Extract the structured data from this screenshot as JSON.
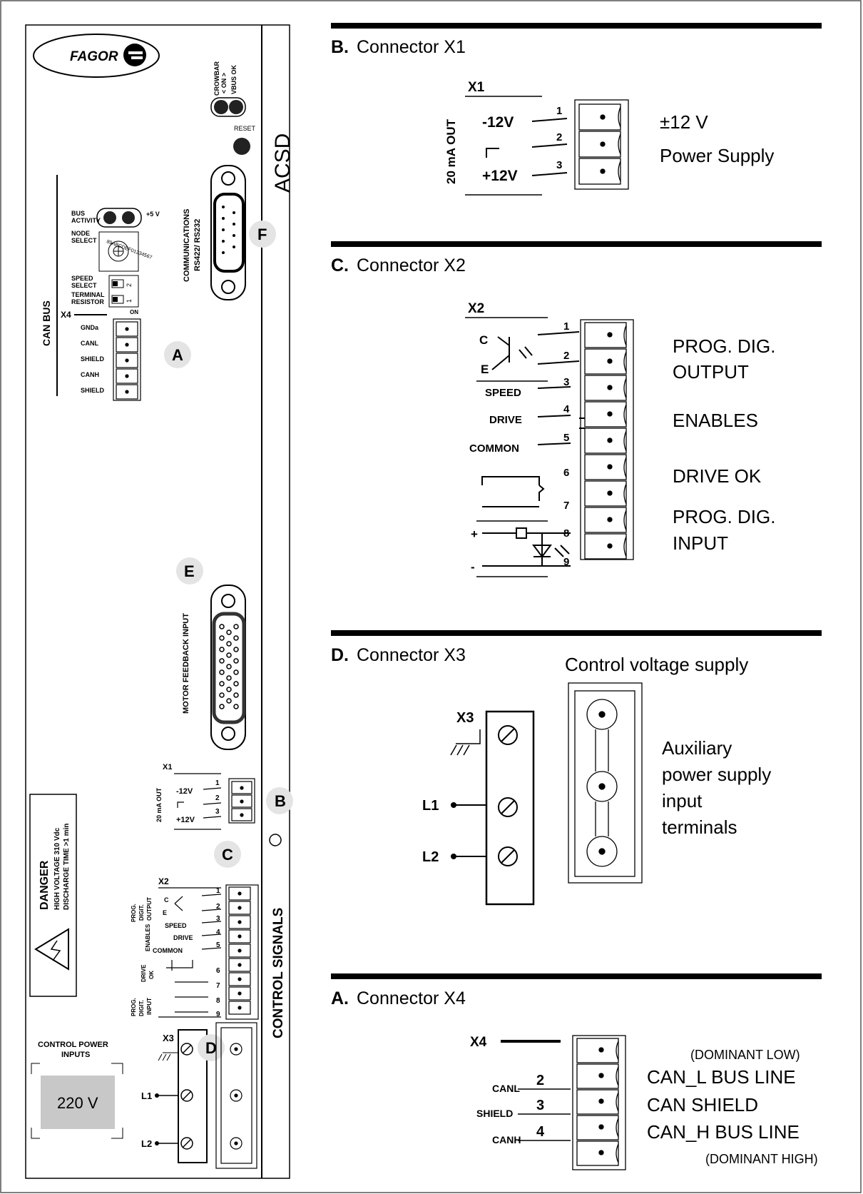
{
  "panel": {
    "brand": "FAGOR",
    "model": "ACSD",
    "crowbar": "CROWBAR",
    "crowbar_on": "< ON >",
    "vbus_ok": "VBUS OK",
    "reset": "RESET",
    "comms1": "COMMUNICATIONS",
    "comms2": "RS422/ RS232",
    "bus_activity1": "BUS",
    "bus_activity2": "ACTIVITY",
    "plus5v": "+5 V",
    "node_select1": "NODE",
    "node_select2": "SELECT",
    "hex_digits": "89ABCDEF01234567",
    "speed_select1": "SPEED",
    "speed_select2": "SELECT",
    "terminal1": "TERMINAL",
    "terminal2": "RESISTOR",
    "dip_2": "2",
    "dip_1": "1",
    "dip_on": "ON",
    "canbus": "CAN BUS",
    "x4": "X4",
    "x4_pins": [
      "GNDa",
      "CANL",
      "SHIELD",
      "CANH",
      "SHIELD"
    ],
    "motor_feedback": "MOTOR FEEDBACK INPUT",
    "control_signals": "CONTROL SIGNALS",
    "danger": "DANGER",
    "danger_line1": "HIGH VOLTAGE 310 Vdc",
    "danger_line2": "DISCHARGE TIME >1 min",
    "control_power1": "CONTROL POWER",
    "control_power2": "INPUTS",
    "voltage": "220 V",
    "x1": "X1",
    "x1_out": "20 mA OUT",
    "x1_m12": "-12V",
    "x1_p12": "+12V",
    "x2": "X2",
    "x2_c": "C",
    "x2_e": "E",
    "x2_speed": "SPEED",
    "x2_drive": "DRIVE",
    "x2_common": "COMMON",
    "x2_side_prog_out": [
      "PROG.",
      "DIGIT.",
      "OUTPUT"
    ],
    "x2_side_enables": "ENABLES",
    "x2_side_driveok": [
      "DRIVE",
      "OK"
    ],
    "x2_side_prog_in": [
      "PROG.",
      "DIGIT.",
      "INPUT"
    ],
    "x3": "X3",
    "l1": "L1",
    "l2": "L2",
    "badges": [
      "A",
      "B",
      "C",
      "D",
      "E",
      "F"
    ]
  },
  "sections": {
    "b": {
      "letter": "B.",
      "title": "Connector X1",
      "x": "X1",
      "out": "20 mA OUT",
      "m12": "-12V",
      "p12": "+12V",
      "pins": [
        "1",
        "2",
        "3"
      ],
      "desc1": "±12 V",
      "desc2": "Power Supply"
    },
    "c": {
      "letter": "C.",
      "title": "Connector X2",
      "x": "X2",
      "c": "C",
      "e": "E",
      "speed": "SPEED",
      "drive": "DRIVE",
      "common": "COMMON",
      "plus": "+",
      "minus": "-",
      "pins": [
        "1",
        "2",
        "3",
        "4",
        "5",
        "6",
        "7",
        "8",
        "9"
      ],
      "desc_prog_out1": "PROG. DIG.",
      "desc_prog_out2": "OUTPUT",
      "desc_enables": "ENABLES",
      "desc_drive_ok": "DRIVE OK",
      "desc_prog_in1": "PROG. DIG.",
      "desc_prog_in2": "INPUT"
    },
    "d": {
      "letter": "D.",
      "title": "Connector X3",
      "subtitle": "Control voltage supply",
      "x": "X3",
      "l1": "L1",
      "l2": "L2",
      "desc1": "Auxiliary",
      "desc2": "power supply",
      "desc3": "input",
      "desc4": "terminals"
    },
    "a": {
      "letter": "A.",
      "title": "Connector X4",
      "x": "X4",
      "canl": "CANL",
      "shield": "SHIELD",
      "canh": "CANH",
      "pins": [
        "2",
        "3",
        "4"
      ],
      "dom_low": "(DOMINANT LOW)",
      "canl_desc": "CAN_L BUS LINE",
      "shield_desc": "CAN SHIELD",
      "canh_desc": "CAN_H BUS LINE",
      "dom_high": "(DOMINANT HIGH)"
    }
  }
}
